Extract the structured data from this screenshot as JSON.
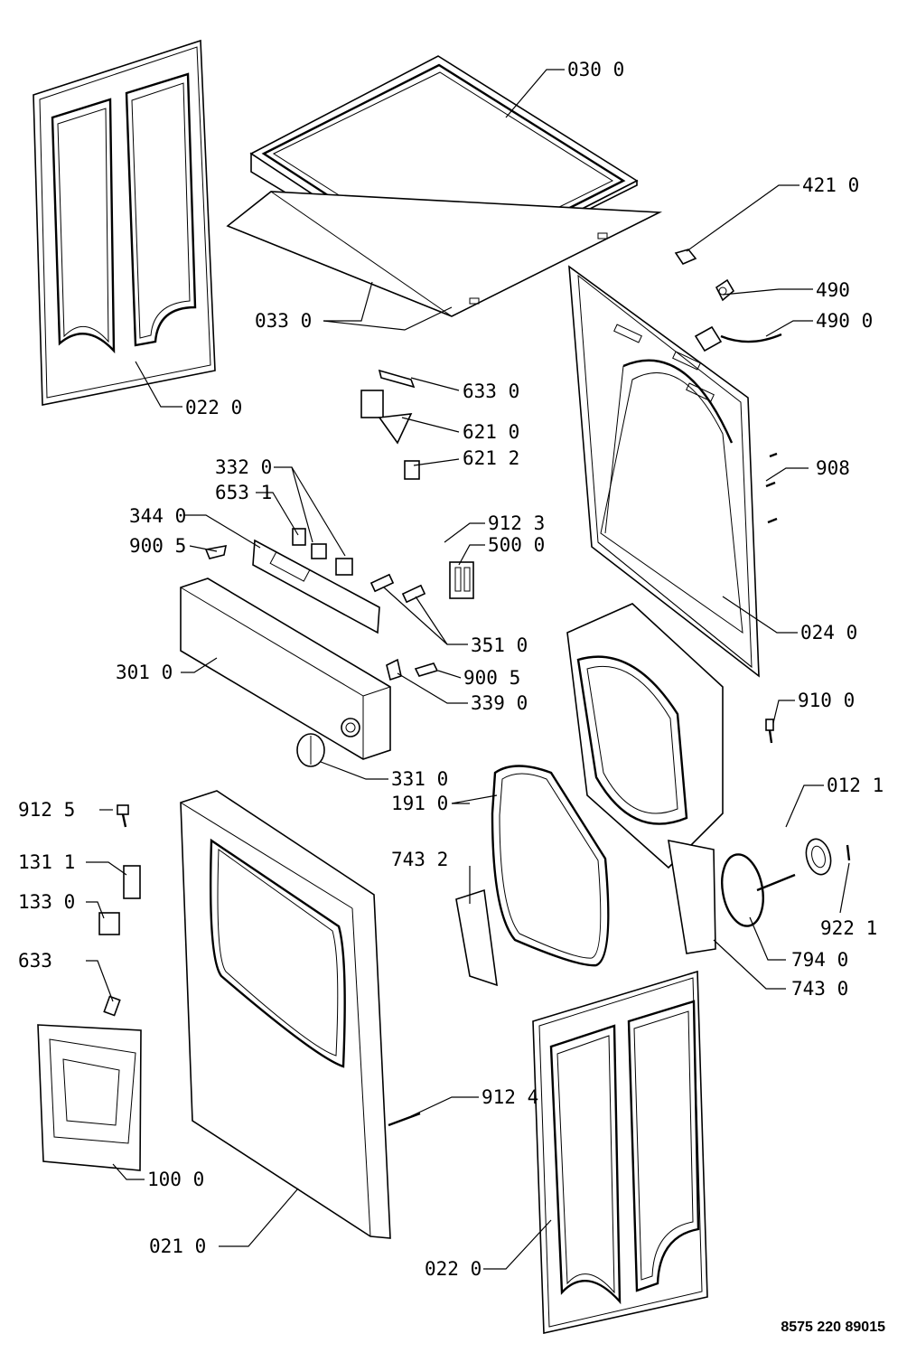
{
  "document_number": "8575 220 89015",
  "callouts": [
    "030 0",
    "421 0",
    "490",
    "490 0",
    "033 0",
    "022 0",
    "633 0",
    "621 0",
    "621 2",
    "908",
    "332 0",
    "653 1",
    "344 0",
    "912 3",
    "900 5",
    "500 0",
    "024 0",
    "351 0",
    "301 0",
    "900 5",
    "339 0",
    "910 0",
    "331 0",
    "012 1",
    "912 5",
    "191 0",
    "743 2",
    "131 1",
    "133 0",
    "922 1",
    "794 0",
    "633",
    "743 0",
    "912 4",
    "100 0",
    "021 0",
    "022 0"
  ]
}
